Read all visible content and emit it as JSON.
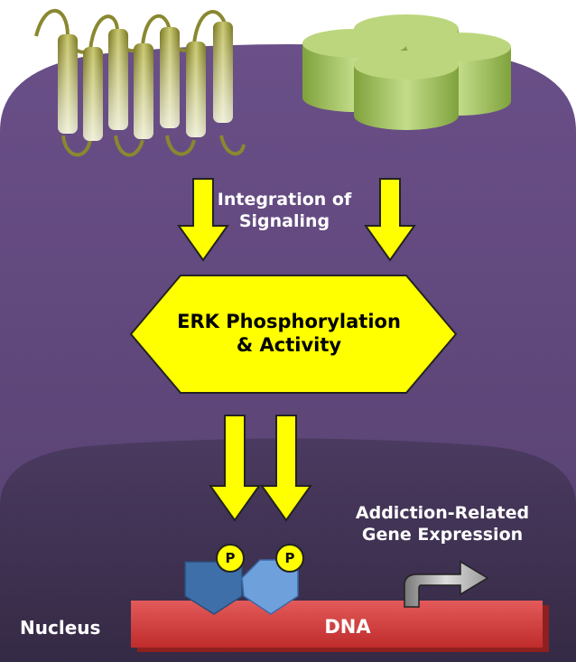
{
  "labels": {
    "integration": "Integration of\nSignaling",
    "erk": "ERK Phosphorylation\n& Activity",
    "addiction": "Addiction-Related\nGene Expression",
    "nucleus": "Nucleus",
    "dna": "DNA",
    "phospho_1": "P",
    "phospho_2": "P"
  },
  "colors": {
    "cytoplasm": "#5d4578",
    "nucleus": "#3f3152",
    "receptor": "#8c8a2e",
    "channel": "#8fb04e",
    "arrow": "#ffff00",
    "erk_box": "#ffff00",
    "dna": "#d93a3a",
    "protein_dark": "#3f6fa8",
    "protein_light": "#6ea0dc",
    "phospho_circle": "#ffff00"
  }
}
